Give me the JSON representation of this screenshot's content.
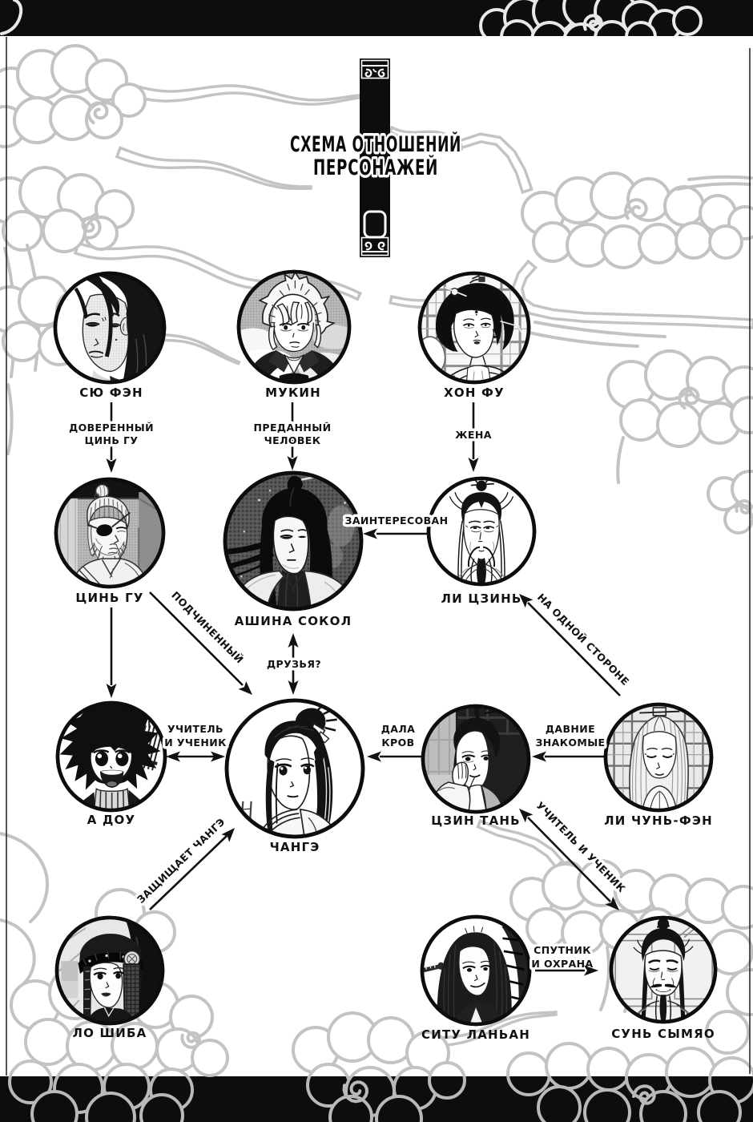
{
  "page": {
    "title_lines": [
      "СХЕМА ОТНОШЕНИЙ",
      "ПЕРСОНАЖЕЙ"
    ]
  },
  "colors": {
    "ink": "#111111",
    "cloud_line": "#c3c3c3",
    "bar": "#0d0d0d",
    "paper": "#ffffff"
  },
  "characters": [
    {
      "id": "xu-feng",
      "name": "СЮ ФЭН"
    },
    {
      "id": "mukin",
      "name": "МУКИН"
    },
    {
      "id": "hong-fu",
      "name": "ХОН ФУ"
    },
    {
      "id": "qin-gu",
      "name": "ЦИНЬ ГУ"
    },
    {
      "id": "ashina-sokol",
      "name": "АШИНА СОКОЛ"
    },
    {
      "id": "li-jin",
      "name": "ЛИ ЦЗИНЬ"
    },
    {
      "id": "a-dou",
      "name": "А ДОУ"
    },
    {
      "id": "change",
      "name": "ЧАНГЭ"
    },
    {
      "id": "jing-tan",
      "name": "ЦЗИН ТАНЬ"
    },
    {
      "id": "li-chun-feng",
      "name": "ЛИ ЧУНЬ-ФЭН"
    },
    {
      "id": "lo-shiba",
      "name": "ЛО ШИБА"
    },
    {
      "id": "situ-lanan",
      "name": "СИТУ ЛАНЬАН"
    },
    {
      "id": "sun-simiao",
      "name": "СУНЬ СЫМЯО"
    }
  ],
  "relationships": [
    {
      "from": "xu-feng",
      "to": "qin-gu",
      "label_lines": [
        "ДОВЕРЕННЫЙ",
        "ЦИНЬ ГУ"
      ],
      "direction": "single"
    },
    {
      "from": "mukin",
      "to": "ashina-sokol",
      "label_lines": [
        "ПРЕДАННЫЙ",
        "ЧЕЛОВЕК"
      ],
      "direction": "single"
    },
    {
      "from": "hong-fu",
      "to": "li-jin",
      "label_lines": [
        "ЖЕНА"
      ],
      "direction": "single"
    },
    {
      "from": "li-jin",
      "to": "ashina-sokol",
      "label_lines": [
        "ЗАИНТЕРЕСОВАН"
      ],
      "direction": "single"
    },
    {
      "from": "qin-gu",
      "to": "change",
      "label_lines": [
        "ПОДЧИНЕННЫЙ"
      ],
      "direction": "single"
    },
    {
      "from": "ashina-sokol",
      "to": "change",
      "label_lines": [
        "ДРУЗЬЯ?"
      ],
      "direction": "double"
    },
    {
      "from": "qin-gu",
      "to": "a-dou",
      "label_lines": [],
      "direction": "single"
    },
    {
      "from": "a-dou",
      "to": "change",
      "label_lines": [
        "УЧИТЕЛЬ",
        "И УЧЕНИК"
      ],
      "direction": "double"
    },
    {
      "from": "jing-tan",
      "to": "change",
      "label_lines": [
        "ДАЛА",
        "КРОВ"
      ],
      "direction": "single"
    },
    {
      "from": "li-chun-feng",
      "to": "jing-tan",
      "label_lines": [
        "ДАВНИЕ",
        "ЗНАКОМЫЕ"
      ],
      "direction": "single"
    },
    {
      "from": "li-chun-feng",
      "to": "li-jin",
      "label_lines": [
        "НА ОДНОЙ СТОРОНЕ"
      ],
      "direction": "single"
    },
    {
      "from": "jing-tan",
      "to": "sun-simiao",
      "label_lines": [
        "УЧИТЕЛЬ И УЧЕНИК"
      ],
      "direction": "double"
    },
    {
      "from": "lo-shiba",
      "to": "change",
      "label_lines": [
        "ЗАЩИЩАЕТ ЧАНГЭ"
      ],
      "direction": "single"
    },
    {
      "from": "situ-lanan",
      "to": "sun-simiao",
      "label_lines": [
        "СПУТНИК",
        "И ОХРАНА"
      ],
      "direction": "single"
    }
  ]
}
